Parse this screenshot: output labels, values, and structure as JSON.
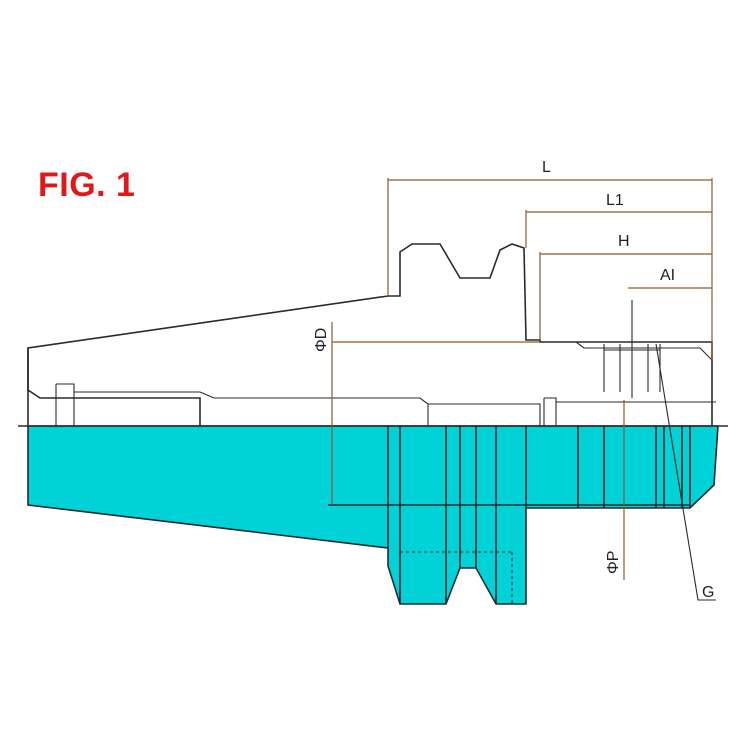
{
  "figure": {
    "title": "FIG. 1"
  },
  "dimensions": {
    "L": "L",
    "L1": "L1",
    "H": "H",
    "A1": "AI",
    "D": "ΦD",
    "P": "ΦP",
    "G": "G"
  },
  "colors": {
    "title": "#e01818",
    "section_fill": "#00d2d8",
    "dimension_line": "#8b5a2b",
    "outline": "#2a2a2a"
  }
}
